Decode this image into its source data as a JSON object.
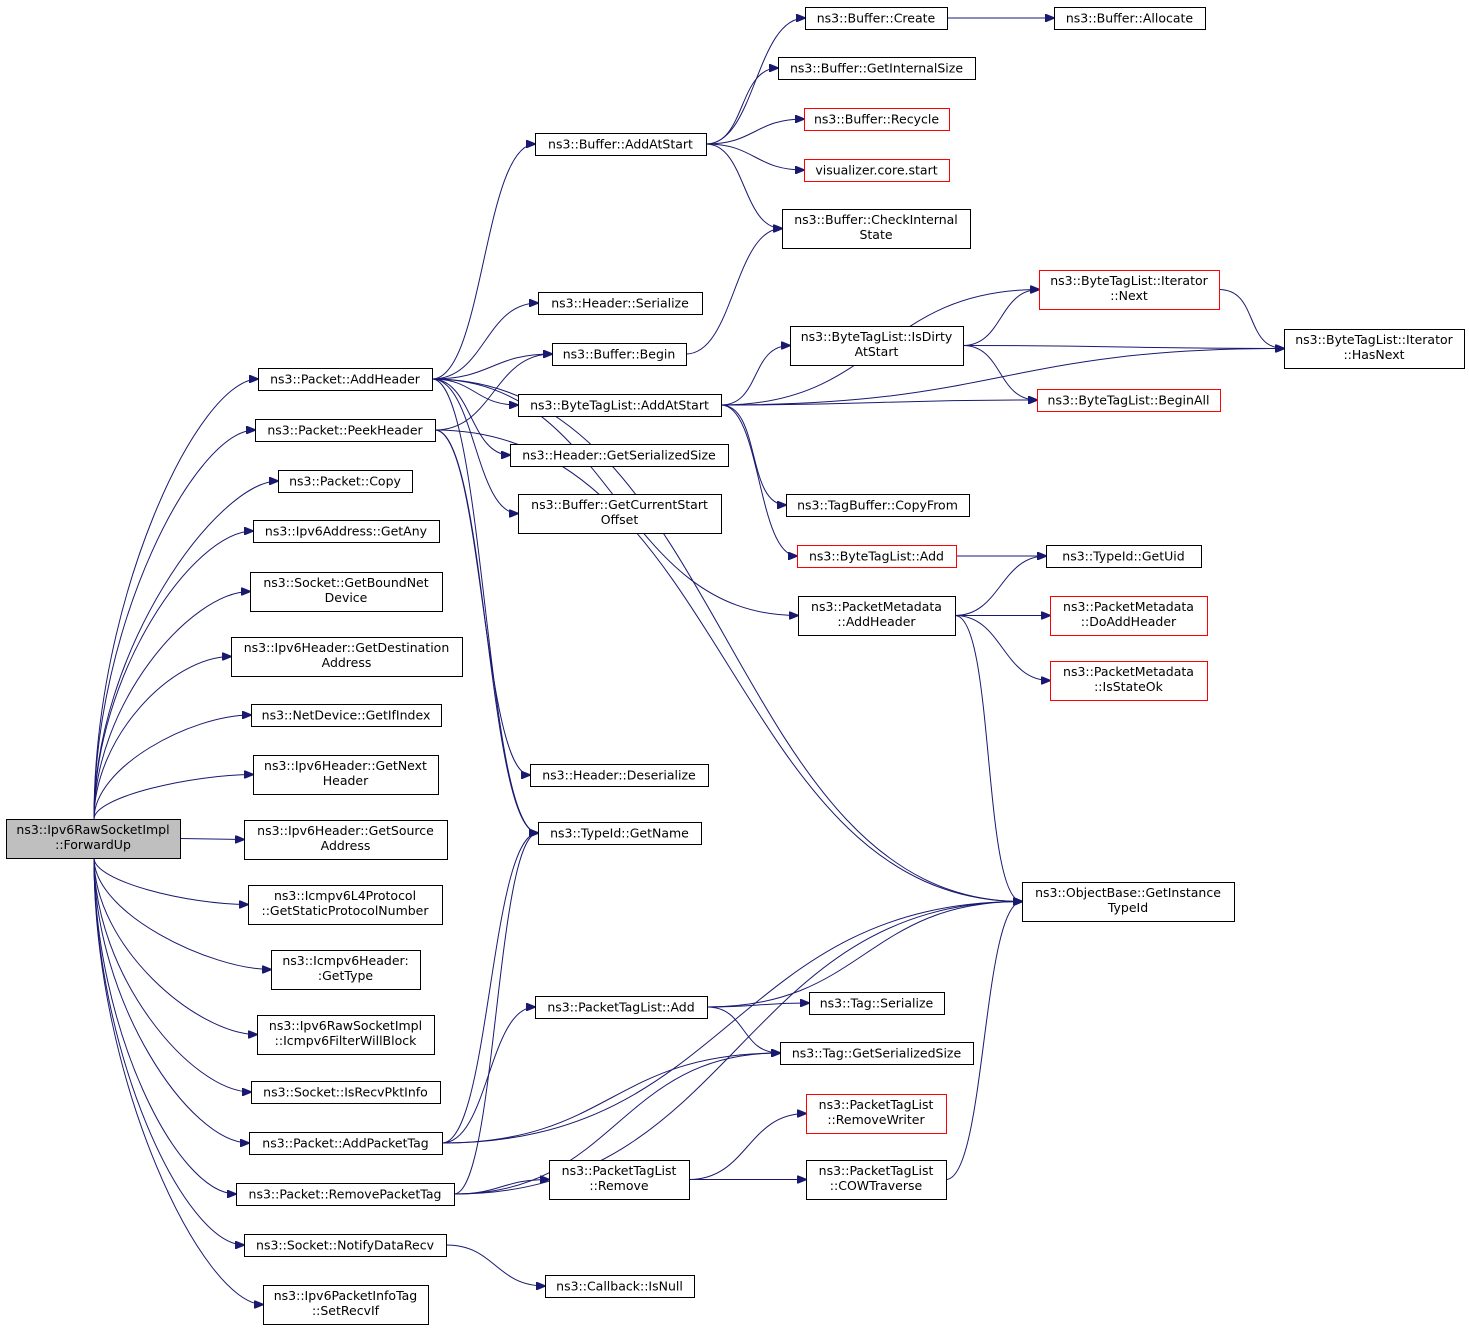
{
  "graph_title": "",
  "colors": {
    "edge": "#191970",
    "root_fill": "#bfbfbf",
    "red_border": "#ff0000",
    "default_border": "#000000"
  },
  "nodes": [
    {
      "id": "root",
      "label": "ns3::Ipv6RawSocketImpl\n::ForwardUp",
      "style": "root"
    },
    {
      "id": "addHeader",
      "label": "ns3::Packet::AddHeader"
    },
    {
      "id": "peekHeader",
      "label": "ns3::Packet::PeekHeader"
    },
    {
      "id": "copy",
      "label": "ns3::Packet::Copy"
    },
    {
      "id": "getAny",
      "label": "ns3::Ipv6Address::GetAny"
    },
    {
      "id": "getBoundNetDevice",
      "label": "ns3::Socket::GetBoundNet\nDevice"
    },
    {
      "id": "getDestAddr",
      "label": "ns3::Ipv6Header::GetDestination\nAddress"
    },
    {
      "id": "getIfIndex",
      "label": "ns3::NetDevice::GetIfIndex"
    },
    {
      "id": "getNextHeader",
      "label": "ns3::Ipv6Header::GetNext\nHeader"
    },
    {
      "id": "getSourceAddr",
      "label": "ns3::Ipv6Header::GetSource\nAddress"
    },
    {
      "id": "getStaticProto",
      "label": "ns3::Icmpv6L4Protocol\n::GetStaticProtocolNumber"
    },
    {
      "id": "icmpGetType",
      "label": "ns3::Icmpv6Header:\n:GetType"
    },
    {
      "id": "filterWillBlock",
      "label": "ns3::Ipv6RawSocketImpl\n::Icmpv6FilterWillBlock"
    },
    {
      "id": "isRecvPktInfo",
      "label": "ns3::Socket::IsRecvPktInfo"
    },
    {
      "id": "addPacketTag",
      "label": "ns3::Packet::AddPacketTag"
    },
    {
      "id": "removePacketTag",
      "label": "ns3::Packet::RemovePacketTag"
    },
    {
      "id": "notifyDataRecv",
      "label": "ns3::Socket::NotifyDataRecv"
    },
    {
      "id": "setRecvIf",
      "label": "ns3::Ipv6PacketInfoTag\n::SetRecvIf"
    },
    {
      "id": "bufAddAtStart",
      "label": "ns3::Buffer::AddAtStart"
    },
    {
      "id": "headerSerialize",
      "label": "ns3::Header::Serialize"
    },
    {
      "id": "bufBegin",
      "label": "ns3::Buffer::Begin"
    },
    {
      "id": "btlAddAtStart",
      "label": "ns3::ByteTagList::AddAtStart"
    },
    {
      "id": "headerGetSerSize",
      "label": "ns3::Header::GetSerializedSize"
    },
    {
      "id": "bufGetCurStart",
      "label": "ns3::Buffer::GetCurrentStart\nOffset"
    },
    {
      "id": "headerDeserialize",
      "label": "ns3::Header::Deserialize"
    },
    {
      "id": "typeIdGetName",
      "label": "ns3::TypeId::GetName"
    },
    {
      "id": "ptlAdd",
      "label": "ns3::PacketTagList::Add"
    },
    {
      "id": "ptlRemove",
      "label": "ns3::PacketTagList\n::Remove"
    },
    {
      "id": "callbackIsNull",
      "label": "ns3::Callback::IsNull"
    },
    {
      "id": "bufCreate",
      "label": "ns3::Buffer::Create"
    },
    {
      "id": "bufGetInternalSize",
      "label": "ns3::Buffer::GetInternalSize"
    },
    {
      "id": "bufRecycle",
      "label": "ns3::Buffer::Recycle",
      "style": "red"
    },
    {
      "id": "vizStart",
      "label": "visualizer.core.start",
      "style": "red"
    },
    {
      "id": "bufCheckInternal",
      "label": "ns3::Buffer::CheckInternal\nState"
    },
    {
      "id": "btlIsDirty",
      "label": "ns3::ByteTagList::IsDirty\nAtStart"
    },
    {
      "id": "tagBufCopyFrom",
      "label": "ns3::TagBuffer::CopyFrom"
    },
    {
      "id": "btlAdd",
      "label": "ns3::ByteTagList::Add",
      "style": "red"
    },
    {
      "id": "pmAddHeader",
      "label": "ns3::PacketMetadata\n::AddHeader"
    },
    {
      "id": "tagSerialize",
      "label": "ns3::Tag::Serialize"
    },
    {
      "id": "tagGetSerSize",
      "label": "ns3::Tag::GetSerializedSize"
    },
    {
      "id": "ptlRemoveWriter",
      "label": "ns3::PacketTagList\n::RemoveWriter",
      "style": "red"
    },
    {
      "id": "ptlCowTraverse",
      "label": "ns3::PacketTagList\n::COWTraverse"
    },
    {
      "id": "bufAllocate",
      "label": "ns3::Buffer::Allocate"
    },
    {
      "id": "btlIterNext",
      "label": "ns3::ByteTagList::Iterator\n::Next",
      "style": "red"
    },
    {
      "id": "btlBeginAll",
      "label": "ns3::ByteTagList::BeginAll",
      "style": "red"
    },
    {
      "id": "typeIdGetUid",
      "label": "ns3::TypeId::GetUid"
    },
    {
      "id": "pmDoAddHeader",
      "label": "ns3::PacketMetadata\n::DoAddHeader",
      "style": "red"
    },
    {
      "id": "pmIsStateOk",
      "label": "ns3::PacketMetadata\n::IsStateOk",
      "style": "red"
    },
    {
      "id": "objGetInstanceTypeId",
      "label": "ns3::ObjectBase::GetInstance\nTypeId"
    },
    {
      "id": "btlIterHasNext",
      "label": "ns3::ByteTagList::Iterator\n::HasNext"
    }
  ],
  "edges": [
    [
      "root",
      "addHeader"
    ],
    [
      "root",
      "peekHeader"
    ],
    [
      "root",
      "copy"
    ],
    [
      "root",
      "getAny"
    ],
    [
      "root",
      "getBoundNetDevice"
    ],
    [
      "root",
      "getDestAddr"
    ],
    [
      "root",
      "getIfIndex"
    ],
    [
      "root",
      "getNextHeader"
    ],
    [
      "root",
      "getSourceAddr"
    ],
    [
      "root",
      "getStaticProto"
    ],
    [
      "root",
      "icmpGetType"
    ],
    [
      "root",
      "filterWillBlock"
    ],
    [
      "root",
      "isRecvPktInfo"
    ],
    [
      "root",
      "addPacketTag"
    ],
    [
      "root",
      "removePacketTag"
    ],
    [
      "root",
      "notifyDataRecv"
    ],
    [
      "root",
      "setRecvIf"
    ],
    [
      "addHeader",
      "bufAddAtStart"
    ],
    [
      "addHeader",
      "headerSerialize"
    ],
    [
      "addHeader",
      "bufBegin"
    ],
    [
      "addHeader",
      "btlAddAtStart"
    ],
    [
      "addHeader",
      "headerGetSerSize"
    ],
    [
      "addHeader",
      "bufGetCurStart"
    ],
    [
      "addHeader",
      "pmAddHeader"
    ],
    [
      "addHeader",
      "objGetInstanceTypeId"
    ],
    [
      "addHeader",
      "typeIdGetName"
    ],
    [
      "peekHeader",
      "bufBegin"
    ],
    [
      "peekHeader",
      "headerDeserialize"
    ],
    [
      "peekHeader",
      "objGetInstanceTypeId"
    ],
    [
      "peekHeader",
      "typeIdGetName"
    ],
    [
      "bufAddAtStart",
      "bufCreate"
    ],
    [
      "bufAddAtStart",
      "bufGetInternalSize"
    ],
    [
      "bufAddAtStart",
      "bufRecycle"
    ],
    [
      "bufAddAtStart",
      "vizStart"
    ],
    [
      "bufAddAtStart",
      "bufCheckInternal"
    ],
    [
      "bufBegin",
      "bufCheckInternal"
    ],
    [
      "bufCreate",
      "bufAllocate"
    ],
    [
      "btlAddAtStart",
      "btlIterNext"
    ],
    [
      "btlAddAtStart",
      "btlIsDirty"
    ],
    [
      "btlAddAtStart",
      "btlBeginAll"
    ],
    [
      "btlAddAtStart",
      "btlIterHasNext"
    ],
    [
      "btlAddAtStart",
      "tagBufCopyFrom"
    ],
    [
      "btlAddAtStart",
      "btlAdd"
    ],
    [
      "btlIsDirty",
      "btlIterNext"
    ],
    [
      "btlIsDirty",
      "btlIterHasNext"
    ],
    [
      "btlIsDirty",
      "btlBeginAll"
    ],
    [
      "btlIterNext",
      "btlIterHasNext"
    ],
    [
      "btlAdd",
      "typeIdGetUid"
    ],
    [
      "pmAddHeader",
      "typeIdGetUid"
    ],
    [
      "pmAddHeader",
      "pmDoAddHeader"
    ],
    [
      "pmAddHeader",
      "pmIsStateOk"
    ],
    [
      "pmAddHeader",
      "objGetInstanceTypeId"
    ],
    [
      "addPacketTag",
      "ptlAdd"
    ],
    [
      "addPacketTag",
      "tagGetSerSize"
    ],
    [
      "addPacketTag",
      "objGetInstanceTypeId"
    ],
    [
      "addPacketTag",
      "typeIdGetName"
    ],
    [
      "removePacketTag",
      "ptlRemove"
    ],
    [
      "removePacketTag",
      "tagGetSerSize"
    ],
    [
      "removePacketTag",
      "objGetInstanceTypeId"
    ],
    [
      "removePacketTag",
      "typeIdGetName"
    ],
    [
      "ptlAdd",
      "objGetInstanceTypeId"
    ],
    [
      "ptlAdd",
      "tagSerialize"
    ],
    [
      "ptlAdd",
      "tagGetSerSize"
    ],
    [
      "ptlRemove",
      "ptlRemoveWriter"
    ],
    [
      "ptlRemove",
      "ptlCowTraverse"
    ],
    [
      "ptlCowTraverse",
      "objGetInstanceTypeId"
    ],
    [
      "notifyDataRecv",
      "callbackIsNull"
    ]
  ]
}
